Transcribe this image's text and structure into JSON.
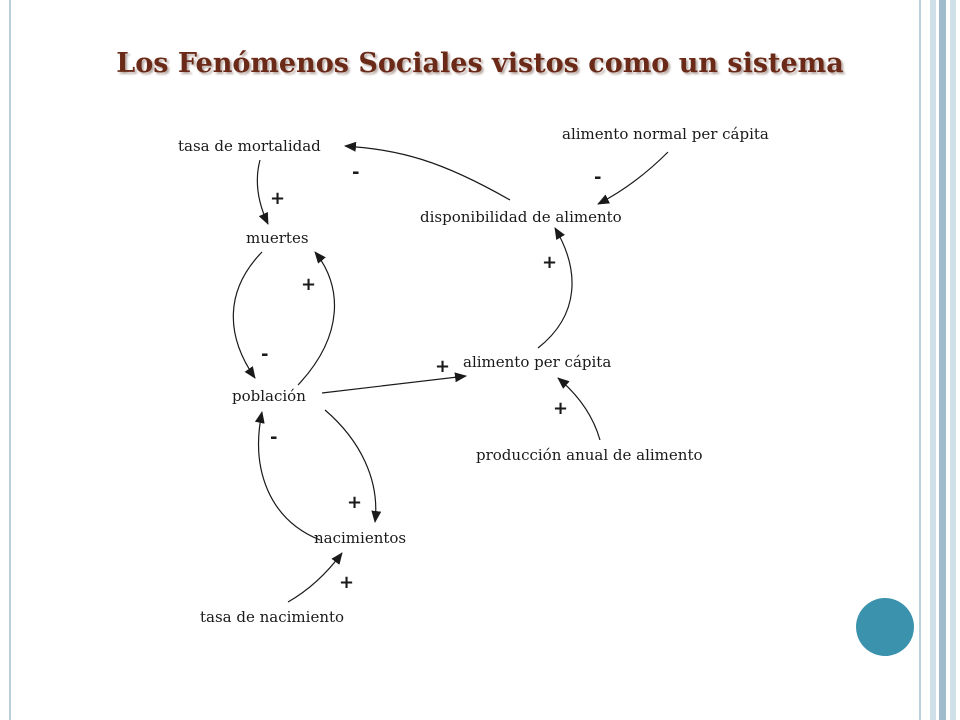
{
  "slide": {
    "title": "Los Fenómenos Sociales vistos como un sistema"
  },
  "colors": {
    "title": "#6b2a18",
    "frame": "#b9cfd9",
    "accent_circle": "#3a92ad",
    "side_bar_dark": "#9fbccb",
    "side_bar_light": "#cfe0e8"
  },
  "diagram": {
    "nodes": {
      "tasa_mortalidad": "tasa de mortalidad",
      "alimento_normal": "alimento normal per cápita",
      "disponibilidad": "disponibilidad de alimento",
      "muertes": "muertes",
      "poblacion": "población",
      "alimento_per_capita": "alimento per cápita",
      "produccion": "producción anual de alimento",
      "nacimientos": "nacimientos",
      "tasa_nacimiento": "tasa de nacimiento"
    },
    "links": [
      {
        "from": "tasa de mortalidad",
        "to": "muertes",
        "sign": "+"
      },
      {
        "from": "población",
        "to": "muertes",
        "sign": "+"
      },
      {
        "from": "muertes",
        "to": "población",
        "sign": "-"
      },
      {
        "from": "población",
        "to": "nacimientos",
        "sign": "+"
      },
      {
        "from": "nacimientos",
        "to": "población",
        "sign": "-"
      },
      {
        "from": "tasa de nacimiento",
        "to": "nacimientos",
        "sign": "+"
      },
      {
        "from": "población",
        "to": "alimento per cápita",
        "sign": "+"
      },
      {
        "from": "producción anual de alimento",
        "to": "alimento per cápita",
        "sign": "+"
      },
      {
        "from": "alimento per cápita",
        "to": "disponibilidad de alimento",
        "sign": "+"
      },
      {
        "from": "alimento normal per cápita",
        "to": "disponibilidad de alimento",
        "sign": "-"
      },
      {
        "from": "disponibilidad de alimento",
        "to": "tasa de mortalidad",
        "sign": "-"
      }
    ]
  }
}
